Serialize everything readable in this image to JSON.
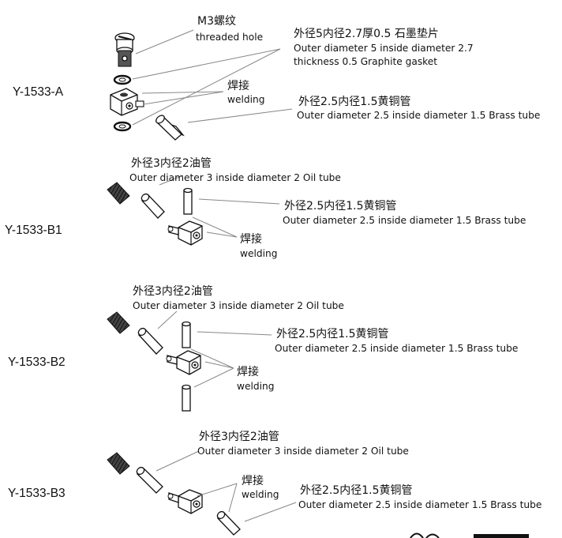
{
  "sections": [
    {
      "id": "Y-1533-A",
      "labels": {
        "thread_cn": "M3螺纹",
        "thread_en": "threaded hole",
        "gasket_cn": "外径5内径2.7厚0.5 石墨垫片",
        "gasket_en": "Outer diameter 5 inside diameter 2.7 thickness 0.5 Graphite gasket",
        "weld_cn": "焊接",
        "weld_en": "welding",
        "brass_cn": "外径2.5内径1.5黄铜管",
        "brass_en": "Outer diameter 2.5 inside diameter 1.5 Brass tube"
      }
    },
    {
      "id": "Y-1533-B1",
      "labels": {
        "oil_cn": "外径3内径2油管",
        "oil_en": "Outer diameter 3 inside diameter 2 Oil tube",
        "brass_cn": "外径2.5内径1.5黄铜管",
        "brass_en": "Outer diameter 2.5 inside diameter 1.5 Brass tube",
        "weld_cn": "焊接",
        "weld_en": "welding"
      }
    },
    {
      "id": "Y-1533-B2",
      "labels": {
        "oil_cn": "外径3内径2油管",
        "oil_en": "Outer diameter 3 inside diameter 2 Oil tube",
        "brass_cn": "外径2.5内径1.5黄铜管",
        "brass_en": "Outer diameter 2.5 inside diameter 1.5 Brass tube",
        "weld_cn": "焊接",
        "weld_en": "welding"
      }
    },
    {
      "id": "Y-1533-B3",
      "labels": {
        "oil_cn": "外径3内径2油管",
        "oil_en": "Outer diameter 3 inside diameter 2 Oil tube",
        "weld_cn": "焊接",
        "weld_en": "welding",
        "brass_cn": "外径2.5内径1.5黄铜管",
        "brass_en": "Outer diameter 2.5 inside diameter 1.5 Brass tube"
      }
    }
  ],
  "watermark_icon": "partial-logo-icon"
}
